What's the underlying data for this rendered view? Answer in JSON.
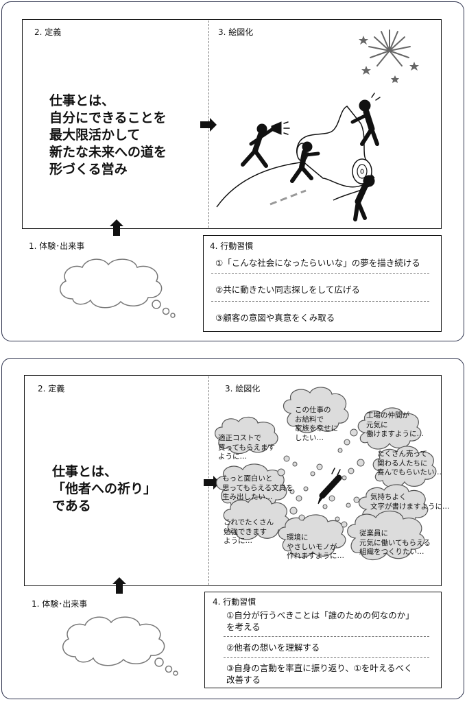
{
  "panel1": {
    "definition_label": "2. 定義",
    "visualization_label": "3. 絵図化",
    "experience_label": "1. 体験･出来事",
    "habits_label": "4. 行動習慣",
    "definition_lines": [
      "仕事とは、",
      "自分にできることを",
      "最大限活かして",
      "新たな未来への道を",
      "形づくる営み"
    ],
    "habits": [
      "①「こんな社会になったらいいな」の夢を描き続ける",
      "②共に動きたい同志探しをして広げる",
      "③顧客の意図や真意をくみ取る"
    ]
  },
  "panel2": {
    "definition_label": "2. 定義",
    "visualization_label": "3. 絵図化",
    "experience_label": "1. 体験･出来事",
    "habits_label": "4. 行動習慣",
    "definition_lines": [
      "仕事とは、",
      "「他者への祈り」",
      "である"
    ],
    "habits": [
      "①自分が行うべきことは「誰のための何なのか」",
      "を考える",
      "②他者の想いを理解する",
      "③自身の言動を率直に振り返り、①を叶えるべく",
      "改善する"
    ],
    "thoughts": {
      "t1": [
        "適正コストで",
        "買ってもらえます",
        "ように…"
      ],
      "t2": [
        "この仕事の",
        "お給料で",
        "家族を幸せに",
        "したい…"
      ],
      "t3": [
        "工場の仲間が",
        "元気に",
        "働けますように…"
      ],
      "t4": [
        "たくさん売って",
        "関わる人たちに",
        "喜んでもらいたい…"
      ],
      "t5": [
        "もっと面白いと",
        "思ってもらえる文具を",
        "生み出したい…"
      ],
      "t6": [
        "気持ちよく",
        "文字が書けますように…"
      ],
      "t7": [
        "これでたくさん",
        "勉強できます",
        "ように…"
      ],
      "t8": [
        "環境に",
        "やさしいモノが",
        "作れますように…"
      ],
      "t9": [
        "従業員に",
        "元気に働いてもらえる",
        "組織をつくりたい…"
      ]
    }
  }
}
